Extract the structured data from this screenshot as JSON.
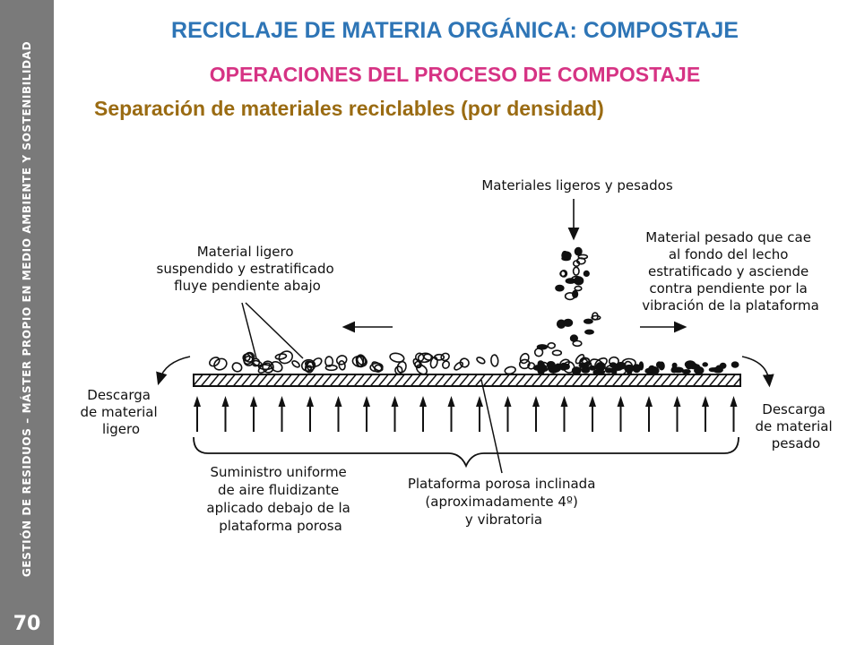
{
  "sidebar": {
    "text": "GESTIÓN DE RESIDUOS – MÁSTER PROPIO EN MEDIO AMBIENTE Y SOSTENIBILIDAD",
    "page_number": "70",
    "color": "#7a7a7a"
  },
  "header": {
    "title": "RECICLAJE DE MATERIA ORGÁNICA: COMPOSTAJE",
    "title_color": "#2e75b6",
    "subtitle": "OPERACIONES DEL PROCESO DE COMPOSTAJE",
    "subtitle_color": "#d63384",
    "section": "Separación de materiales reciclables (por densidad)",
    "section_color": "#9a6b12"
  },
  "diagram": {
    "labels": {
      "input": "Materiales ligeros y pesados",
      "light_material": [
        "Material ligero",
        "suspendido y estratificado",
        "fluye pendiente abajo"
      ],
      "heavy_material": [
        "Material pesado que cae",
        "al fondo del lecho",
        "estratificado y asciende",
        "contra pendiente por la",
        "vibración de la plataforma"
      ],
      "light_discharge": [
        "Descarga",
        "de material",
        "ligero"
      ],
      "heavy_discharge": [
        "Descarga",
        "de material",
        "pesado"
      ],
      "air_supply": [
        "Suministro uniforme",
        "de aire fluidizante",
        "aplicado debajo de la",
        "plataforma porosa"
      ],
      "platform": [
        "Plataforma porosa inclinada",
        "(aproximadamente 4º)",
        "y vibratoria"
      ]
    }
  }
}
